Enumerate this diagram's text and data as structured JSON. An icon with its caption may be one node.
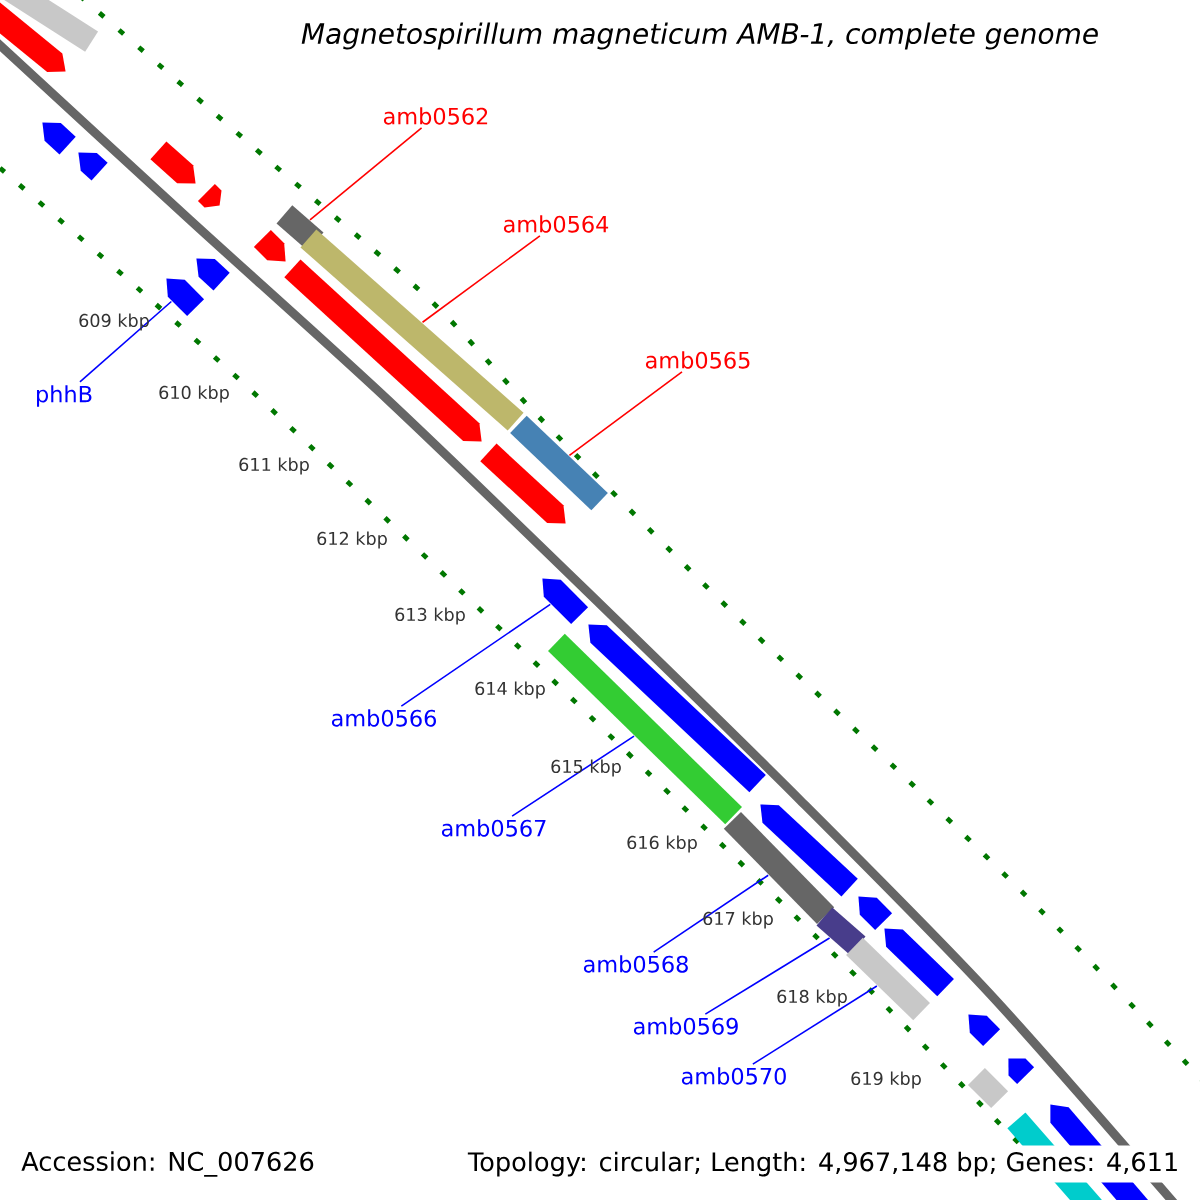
{
  "diagram": {
    "title": "Magnetospirillum magneticum AMB-1, complete genome",
    "nodes": [
      {
        "text": [
          "amb0562"
        ]
      },
      {
        "text": [
          "amb0564"
        ]
      },
      {
        "text": [
          "amb0565"
        ]
      },
      {
        "text": [
          "phhB"
        ]
      },
      {
        "text": [
          "amb0566"
        ]
      },
      {
        "text": [
          "amb0567"
        ]
      },
      {
        "text": [
          "amb0568"
        ]
      },
      {
        "text": [
          "amb0569"
        ]
      },
      {
        "text": [
          "amb0570"
        ]
      },
      {
        "text": [],
        "shape": "bar"
      },
      {
        "text": [],
        "shape": "arrow"
      },
      {
        "text": [],
        "shape": "arrow"
      },
      {
        "text": [],
        "shape": "arrow"
      },
      {
        "text": [],
        "shape": "arrow"
      },
      {
        "text": [],
        "shape": "arrow"
      },
      {
        "text": [],
        "shape": "bar"
      },
      {
        "text": [],
        "shape": "arrow"
      },
      {
        "text": [],
        "shape": "bar"
      },
      {
        "text": [],
        "shape": "arrow"
      },
      {
        "text": [],
        "shape": "arrow"
      },
      {
        "text": [],
        "shape": "arrow"
      },
      {
        "text": [],
        "shape": "bar"
      },
      {
        "text": [],
        "shape": "arrow"
      },
      {
        "text": [],
        "shape": "arrow"
      },
      {
        "text": [],
        "shape": "arrow"
      },
      {
        "text": [],
        "shape": "bar"
      },
      {
        "text": [],
        "shape": "arrow"
      },
      {
        "text": [],
        "shape": "bar"
      },
      {
        "text": [],
        "shape": "arrow"
      },
      {
        "text": [],
        "shape": "bar"
      },
      {
        "text": [],
        "shape": "arrow"
      },
      {
        "text": [],
        "shape": "bar"
      },
      {
        "text": [],
        "shape": "arrow"
      },
      {
        "text": [],
        "shape": "arrow"
      },
      {
        "text": [],
        "shape": "bar"
      },
      {
        "text": [],
        "shape": "arrow"
      },
      {
        "text": [],
        "shape": "bar"
      }
    ],
    "edges": [
      {
        "from": 0,
        "to": 15,
        "arrow": "none",
        "color": "#ff0000"
      },
      {
        "from": 1,
        "to": 17,
        "arrow": "none",
        "color": "#ff0000"
      },
      {
        "from": 2,
        "to": 21,
        "arrow": "none",
        "color": "#ff0000"
      },
      {
        "from": 3,
        "to": 20,
        "arrow": "none"
      },
      {
        "from": 4,
        "to": 23,
        "arrow": "none"
      },
      {
        "from": 5,
        "to": 25,
        "arrow": "none"
      },
      {
        "from": 6,
        "to": 27,
        "arrow": "none"
      },
      {
        "from": 7,
        "to": 29,
        "arrow": "none"
      },
      {
        "from": 8,
        "to": 31,
        "arrow": "none"
      }
    ],
    "labels": [
      "609 kbp",
      "610 kbp",
      "611 kbp",
      "612 kbp",
      "613 kbp",
      "614 kbp",
      "615 kbp",
      "616 kbp",
      "617 kbp",
      "618 kbp",
      "619 kbp",
      "Accession: NC_007626",
      "Topology: circular; Length: 4,967,148 bp; Genes: 4,611"
    ]
  }
}
